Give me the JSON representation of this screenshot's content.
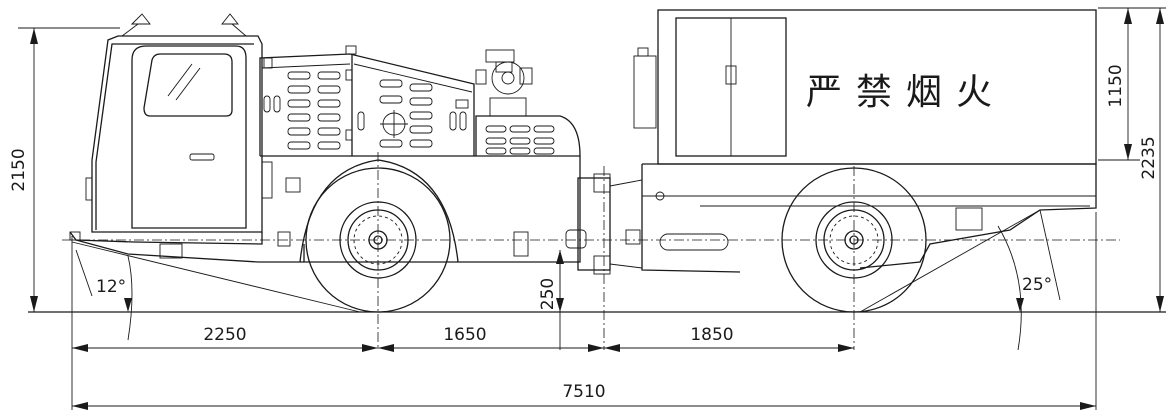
{
  "dimensions": {
    "height_overall": "2150",
    "height_total": "2235",
    "height_box": "1150",
    "front_overhang": "2250",
    "front_axle_to_joint": "1650",
    "joint_to_rear_axle": "1850",
    "overall_length": "7510",
    "ground_clearance": "250"
  },
  "angles": {
    "approach": "12°",
    "departure": "25°"
  },
  "sign_text": "严禁烟火"
}
